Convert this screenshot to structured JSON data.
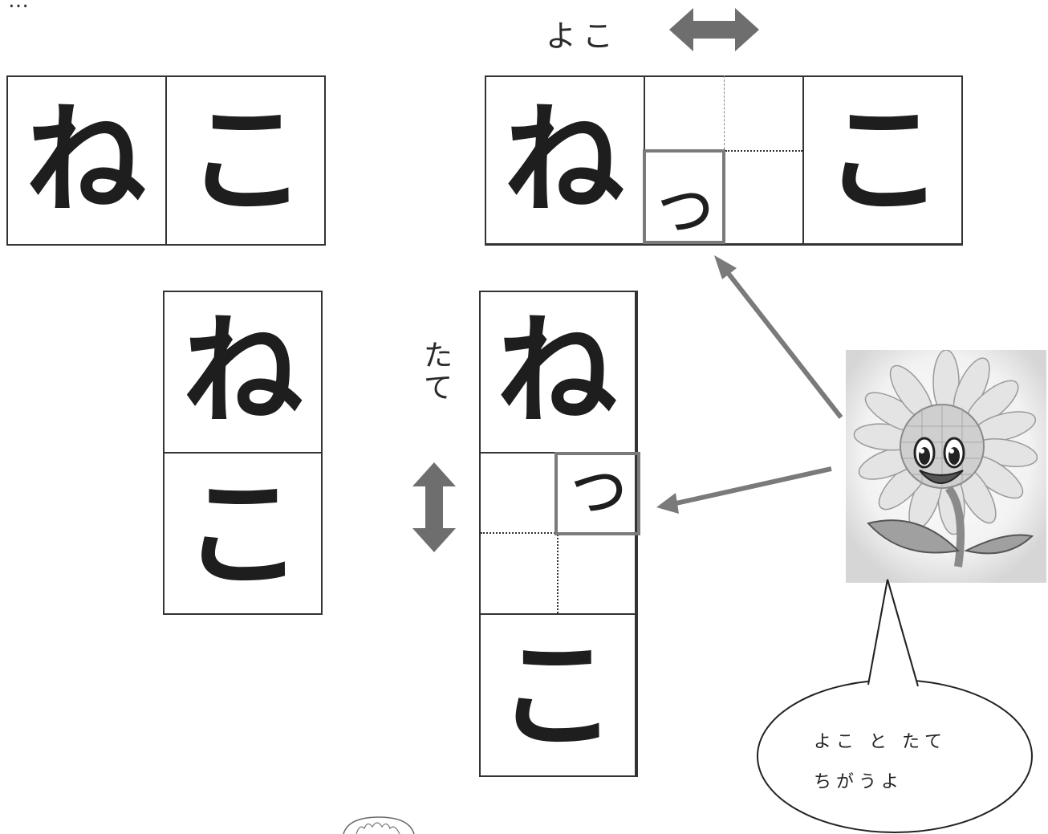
{
  "top_fragment": "…",
  "example_left": {
    "word": [
      "ね",
      "こ"
    ]
  },
  "example_horizontal": {
    "label": "よこ",
    "chars": [
      "ね",
      "っ",
      "こ"
    ],
    "arrow_icon": "double-arrow-horizontal-icon"
  },
  "example_vertical": {
    "label": [
      "た",
      "て"
    ],
    "chars": [
      "ね",
      "っ",
      "こ"
    ],
    "arrow_icon": "double-arrow-vertical-icon"
  },
  "mascot": {
    "icon": "sunflower-mascot-icon"
  },
  "speech_bubble": {
    "line1": "よこ と たて",
    "line2": "ちがうよ"
  },
  "colors": {
    "frame_gray": "#7a7a7a",
    "arrow_gray": "#6e6e6e",
    "ink": "#1e1e1e"
  }
}
